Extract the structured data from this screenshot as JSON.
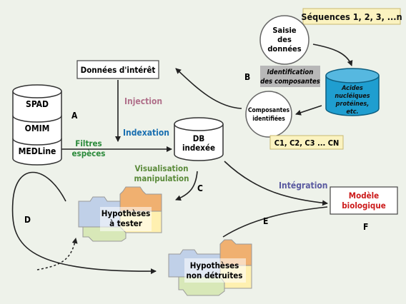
{
  "colors": {
    "background": "#eef2ea",
    "injection": "#b0708a",
    "indexation": "#1a6fb0",
    "filtres": "#2a8a3a",
    "visualisation": "#5a8a3a",
    "integration": "#5a5aa0",
    "modele": "#cc1a1a",
    "sequence_box": "#fbf3c0",
    "ident_box": "#b8b8b8",
    "cylinder": "#1f9ed0",
    "puzzle_orange": "#f0b070",
    "puzzle_yellow": "#fff0b0",
    "puzzle_green": "#d8e8b8",
    "puzzle_blue": "#c0d0e8"
  },
  "sequences": "Séquences 1, 2, 3, ...n",
  "saisie": [
    "Saisie",
    "des",
    "données"
  ],
  "acides": [
    "Acides",
    "nucléiques",
    "protéines,",
    "etc."
  ],
  "identification": [
    "Identification",
    "des composantes"
  ],
  "composantes": [
    "Composantes",
    "identifiées"
  ],
  "c_list": "C1, C2, C3 ... CN",
  "donnees_interet": "Données d'intérêt",
  "databases": [
    "SPAD",
    "OMIM",
    "MEDLine"
  ],
  "injection": "Injection",
  "indexation": "Indexation",
  "filtres": [
    "Filtres",
    "espèces"
  ],
  "db_indexee": [
    "DB",
    "indexée"
  ],
  "visualisation": [
    "Visualisation",
    "manipulation"
  ],
  "integration": "Intégration",
  "modele": [
    "Modèle",
    "biologique"
  ],
  "hypotheses_tester": [
    "Hypothèses",
    "à tester"
  ],
  "hypotheses_non": [
    "Hypothèses",
    "non détruites"
  ],
  "letters": {
    "a": "A",
    "b": "B",
    "c": "C",
    "d": "D",
    "e": "E",
    "f": "F"
  }
}
